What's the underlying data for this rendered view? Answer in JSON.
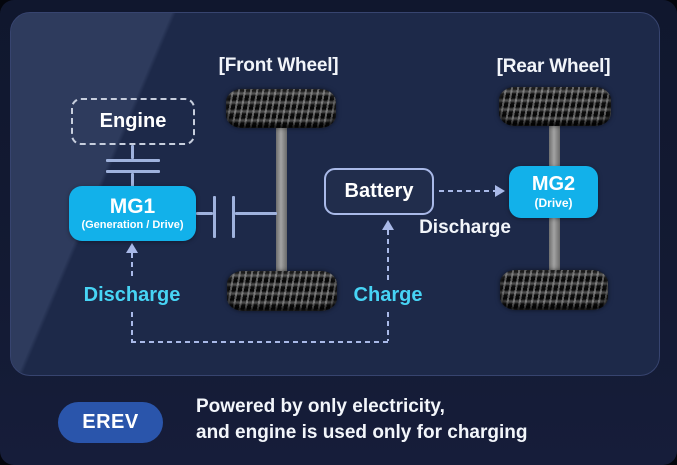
{
  "diagram": {
    "front_wheel_label": "[Front Wheel]",
    "rear_wheel_label": "[Rear Wheel]",
    "engine_label": "Engine",
    "mg1": {
      "title": "MG1",
      "subtitle": "(Generation / Drive)"
    },
    "mg2": {
      "title": "MG2",
      "subtitle": "(Drive)"
    },
    "battery_label": "Battery",
    "flow_labels": {
      "mg1_discharge": "Discharge",
      "battery_charge": "Charge",
      "mg2_discharge": "Discharge"
    },
    "colors": {
      "accent_cyan_text": "#47d4f5",
      "motor_box_fill": "#12b1ea",
      "arrow_dash": "#a9b9e8",
      "axle_gray": "#8c8c8c",
      "card_background": "#1d2949",
      "badge_blue": "#2a55ab"
    }
  },
  "footer": {
    "badge_label": "EREV",
    "caption_line1": "Powered by only electricity,",
    "caption_line2": "and engine is used only for charging"
  }
}
